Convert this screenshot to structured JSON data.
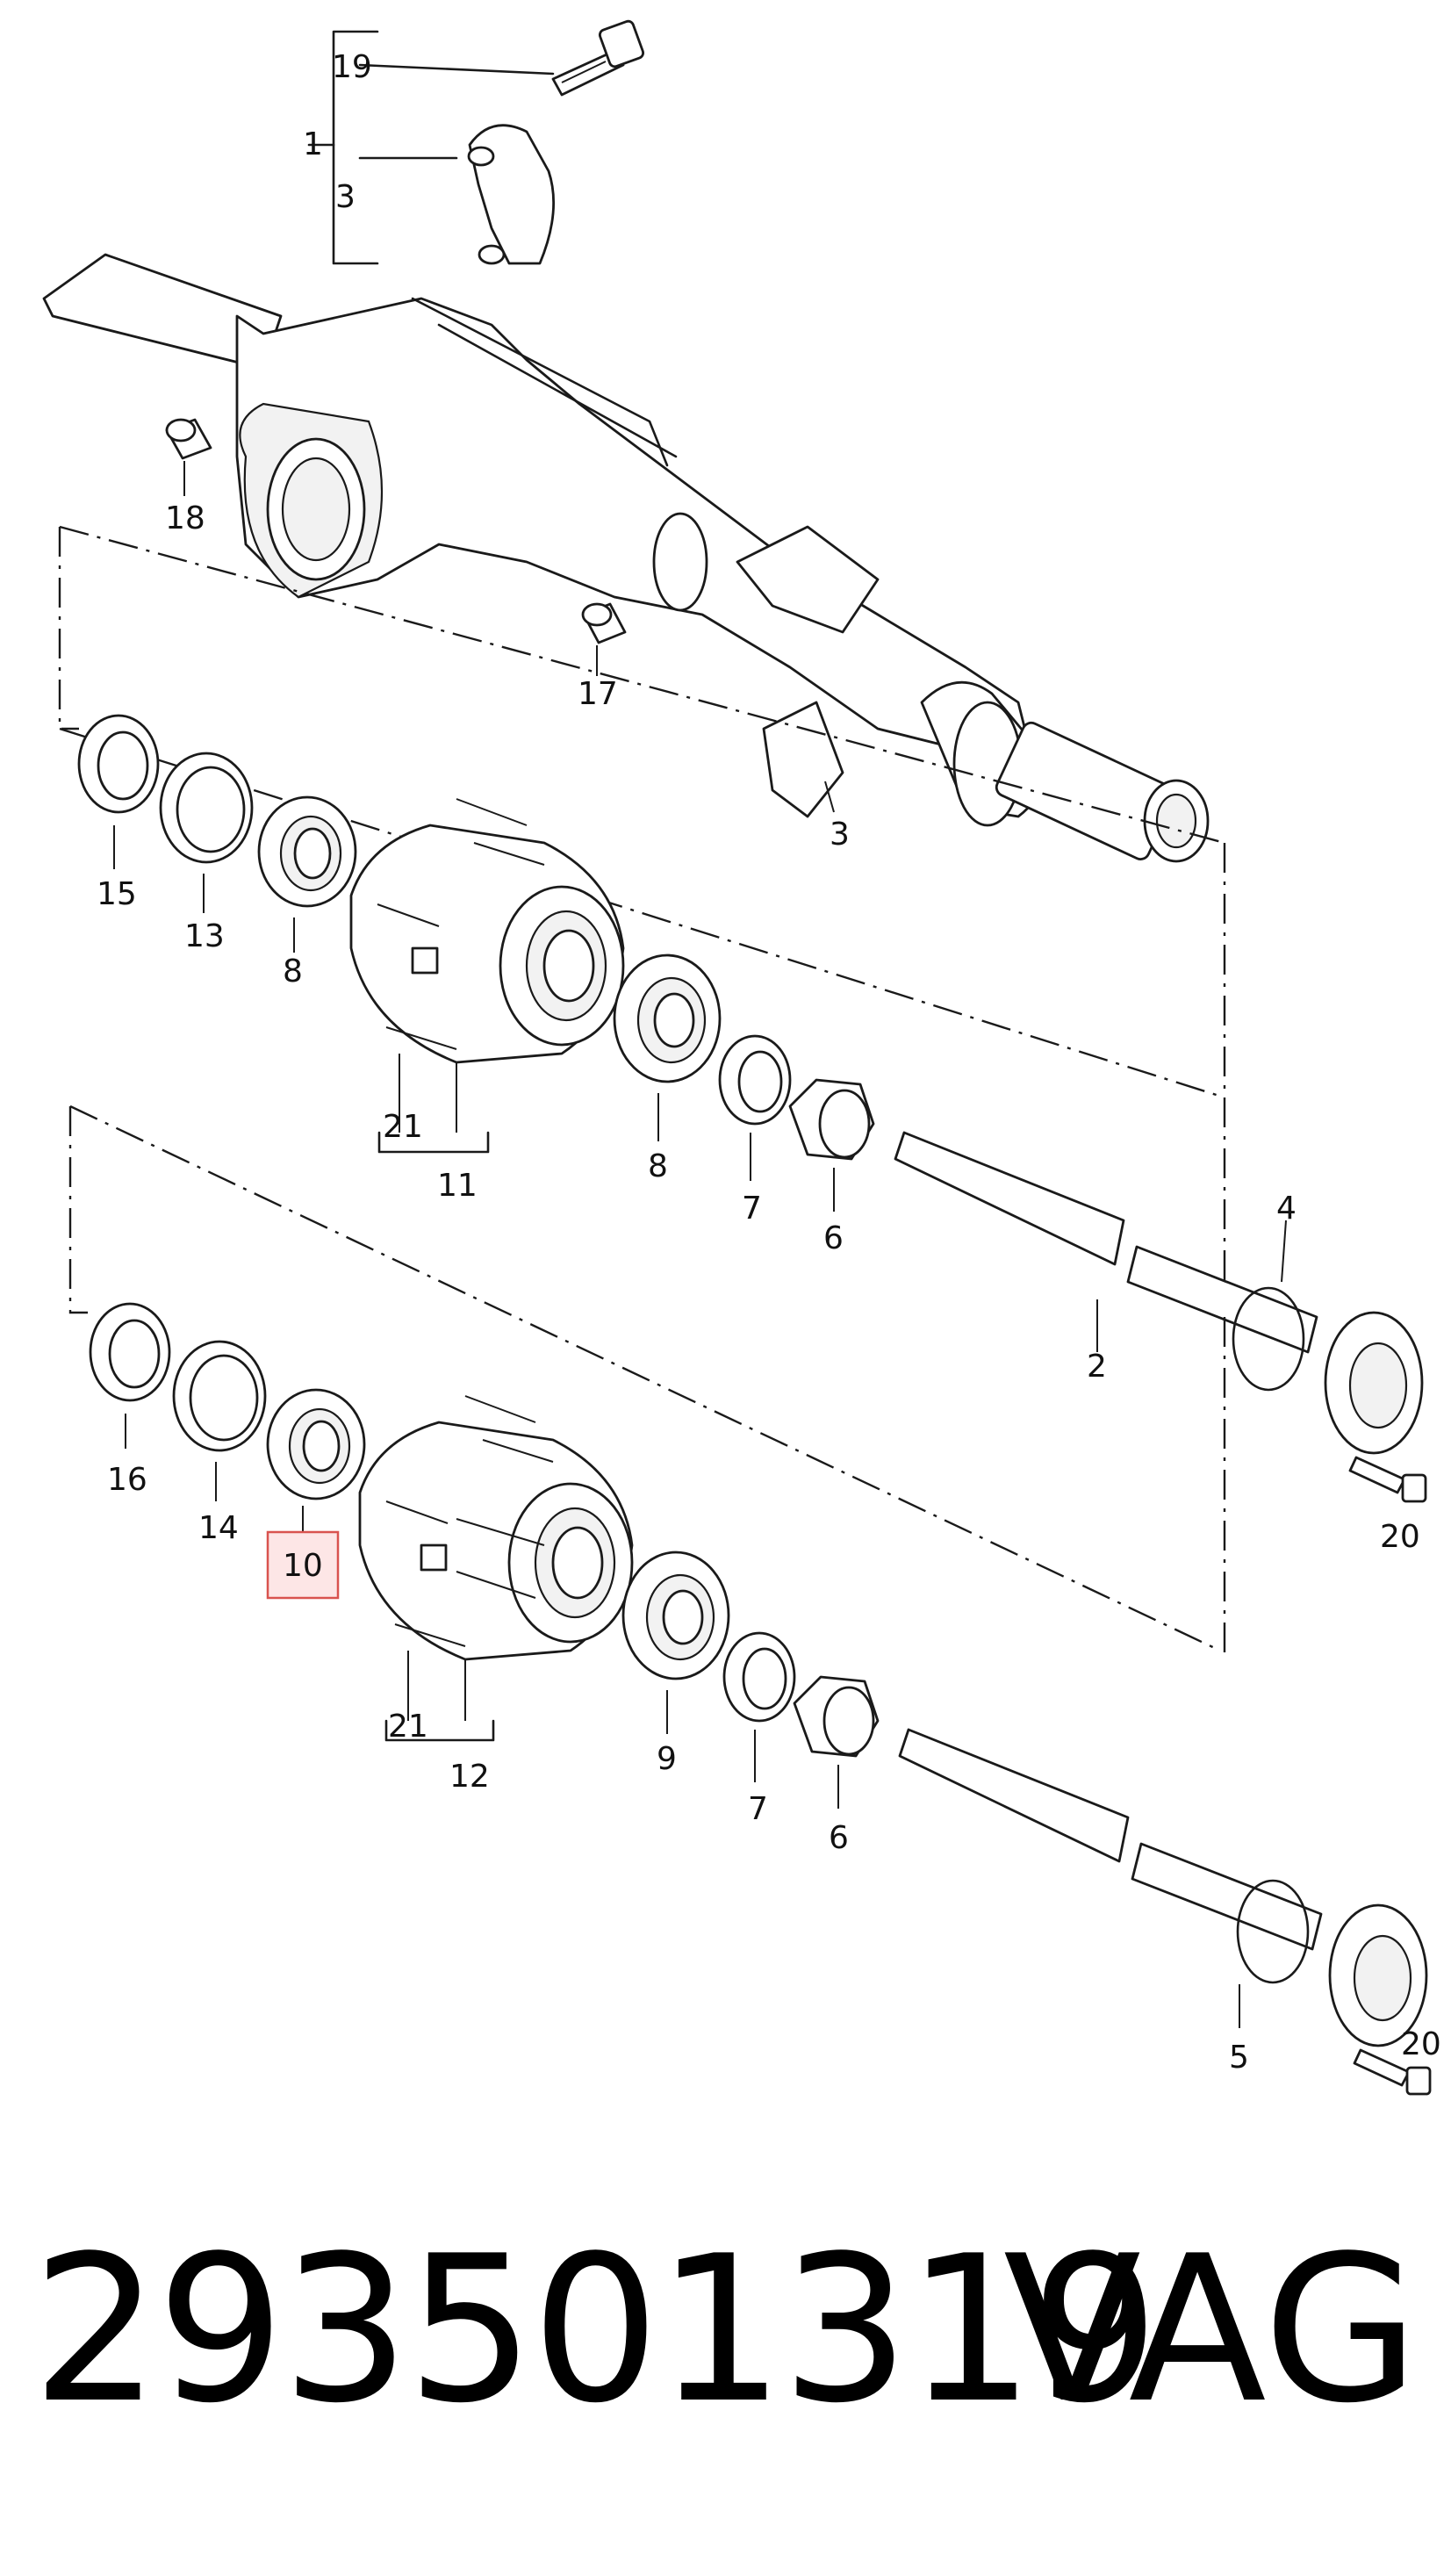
{
  "diagram": {
    "callouts": {
      "n19": "19",
      "n1": "1",
      "n3a": "3",
      "n18": "18",
      "n17": "17",
      "n3b": "3",
      "n15": "15",
      "n13": "13",
      "n8a": "8",
      "n21a": "21",
      "n11": "11",
      "n8b": "8",
      "n7a": "7",
      "n6a": "6",
      "n4": "4",
      "n2": "2",
      "n20a": "20",
      "n16": "16",
      "n14": "14",
      "n10": "10",
      "n21b": "21",
      "n12": "12",
      "n9": "9",
      "n7b": "7",
      "n6b": "6",
      "n5": "5",
      "n20b": "20"
    },
    "highlighted_part": "10",
    "highlight_color": "#d9534f"
  },
  "footer": {
    "part_number": "293501319",
    "brand": "VAG"
  }
}
